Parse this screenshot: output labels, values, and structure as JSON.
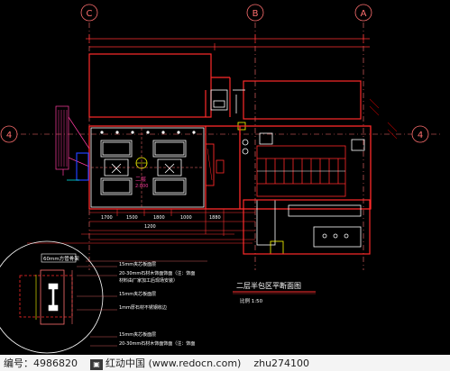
{
  "grid_bubbles": {
    "top": [
      "C",
      "B",
      "A"
    ],
    "left": "4",
    "right": "4"
  },
  "labels": {
    "mid_note_1": "二层",
    "mid_note_2": "2:800",
    "dim_a": "1700",
    "dim_b": "1500",
    "dim_c": "1800",
    "dim_d": "1000",
    "dim_e": "1880",
    "dim_f": "1200",
    "detail_title": "60mm方管骨架",
    "notes": [
      "15mm夹芯板面层",
      "20-30mm石材木饰面饰面（注：饰面",
      "材料由厂家加工后现场安装）",
      "15mm夹芯板面层",
      "1mm厚石材不锈钢收边",
      "15mm夹芯板面层",
      "20-30mm石材木饰面饰面（注：饰面"
    ],
    "plan_title": "二层半包区平断面图",
    "plan_scale": "比例 1:50"
  },
  "watermark": {
    "id_text": "编号：4986820",
    "site_text": "红动中国 (www.redocn.com)",
    "user_text": "zhu274100"
  },
  "colors": {
    "background": "#000000",
    "wall": "#ff2a2a",
    "furniture": "#ffffff",
    "dimension": "#ff3030",
    "grid": "#ff6f6f",
    "annotation": "#ff3ca0",
    "hatch": "#a00000",
    "accent_cyan": "#00e0e0",
    "accent_blue": "#2040ff",
    "accent_yellow": "#ffff00"
  }
}
